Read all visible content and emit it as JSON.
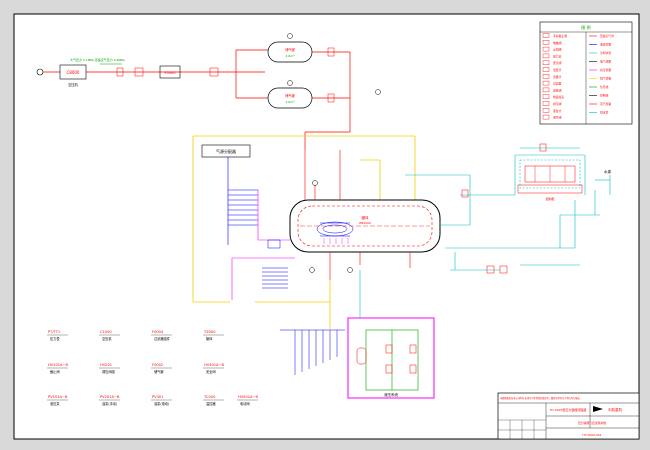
{
  "diagram": {
    "header_note": "大气压力 0.1MPa,压缩空气压力 0.6MPa",
    "compressor_label": "C8000",
    "compressor_sub": "空压机",
    "filter_label": "F0000",
    "tank_upper": "储气罐",
    "tank_upper_sub": "2.0m³",
    "tank_lower": "储气罐",
    "tank_lower_sub": "2.0m³",
    "gas_dist_title": "气源分配器",
    "vessel_label": "罐体",
    "vessel_sub": "HB2000",
    "cabinet_label": "控制柜",
    "pump_box_label": "液压系统",
    "water_label": "水源",
    "legend_title": "图  例",
    "legend_left": [
      "手动截止阀",
      "电磁阀",
      "止回阀",
      "压力表",
      "安全阀",
      "温度计",
      "流量计",
      "过滤器",
      "减压阀",
      "快速接头",
      "排污阀",
      "液位计",
      "调节阀"
    ],
    "legend_right": [
      "压缩空气管",
      "液压管路",
      "冷却水管",
      "电气线路",
      "真空管路",
      "排气管路",
      "信号线",
      "控制线",
      "蒸汽管路",
      "排水管"
    ],
    "bottom_labels": [
      {
        "code": "PT/TT1",
        "desc": "压力表"
      },
      {
        "code": "C1000",
        "desc": "空压机"
      },
      {
        "code": "F0004",
        "desc": "过滤器组件"
      },
      {
        "code": "TZ000",
        "desc": "罐体"
      },
      {
        "code": "HV101A~B",
        "desc": "截止阀"
      },
      {
        "code": "HV201",
        "desc": "调压阀组"
      },
      {
        "code": "F0002",
        "desc": "储气罐"
      },
      {
        "code": "HV301A~B",
        "desc": "安全阀"
      },
      {
        "code": "PV101A~B",
        "desc": "液压泵"
      },
      {
        "code": "PV201A~B",
        "desc": "油泵(手动)"
      },
      {
        "code": "PV301",
        "desc": "油泵(电动)"
      },
      {
        "code": "TC000",
        "desc": "温控器"
      },
      {
        "code": "HV501A~B",
        "desc": "电动阀"
      }
    ],
    "title_block": {
      "company": "中航重机",
      "drawing_name": "HY-2000型压力容器流程图",
      "project": "压力容器气密试验系统",
      "drawing_no": "HT-2000-001",
      "note": "本图纸版权归本公司所有,未经许可不得复制或外传。图纸中所有尺寸单位均为毫米。"
    }
  }
}
